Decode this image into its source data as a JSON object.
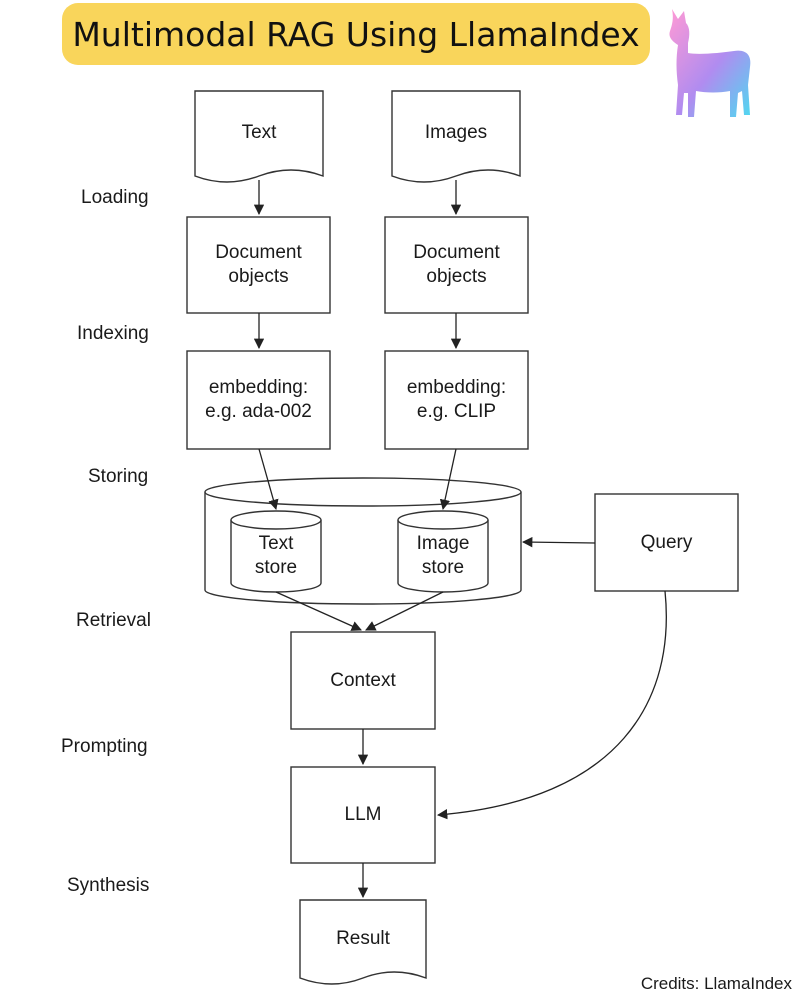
{
  "title": "Multimodal RAG Using LlamaIndex",
  "stages": {
    "loading": "Loading",
    "indexing": "Indexing",
    "storing": "Storing",
    "retrieval": "Retrieval",
    "prompting": "Prompting",
    "synthesis": "Synthesis"
  },
  "nodes": {
    "text": "Text",
    "images": "Images",
    "doc_left_1": "Document",
    "doc_left_2": "objects",
    "doc_right_1": "Document",
    "doc_right_2": "objects",
    "emb_left_1": "embedding:",
    "emb_left_2": "e.g. ada-002",
    "emb_right_1": "embedding:",
    "emb_right_2": "e.g. CLIP",
    "text_store_1": "Text",
    "text_store_2": "store",
    "image_store_1": "Image",
    "image_store_2": "store",
    "query": "Query",
    "context": "Context",
    "llm": "LLM",
    "result": "Result"
  },
  "credits": "Credits: LlamaIndex",
  "colors": {
    "title_bg": "#f9d55b",
    "llama_gradient_start": "#ff9ad5",
    "llama_gradient_end": "#4fd8f0"
  },
  "icons": {
    "logo": "llama-icon"
  }
}
